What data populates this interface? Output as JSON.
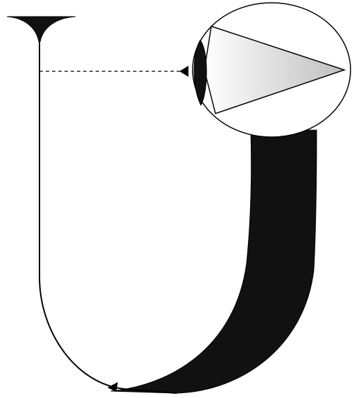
{
  "diagram": {
    "elements": [
      "funnel-top",
      "vertical-line",
      "u-bend-path",
      "direction-arrow",
      "thick-return-band",
      "magnifier-circle",
      "eye-lens",
      "view-cone",
      "dashed-sight-line",
      "sight-arrowhead"
    ]
  },
  "colors": {
    "stroke": "#000000",
    "fill_dark": "#111111",
    "background": "#ffffff",
    "cone_gradient_start": "#ffffff",
    "cone_gradient_end": "#bfbfbf"
  }
}
